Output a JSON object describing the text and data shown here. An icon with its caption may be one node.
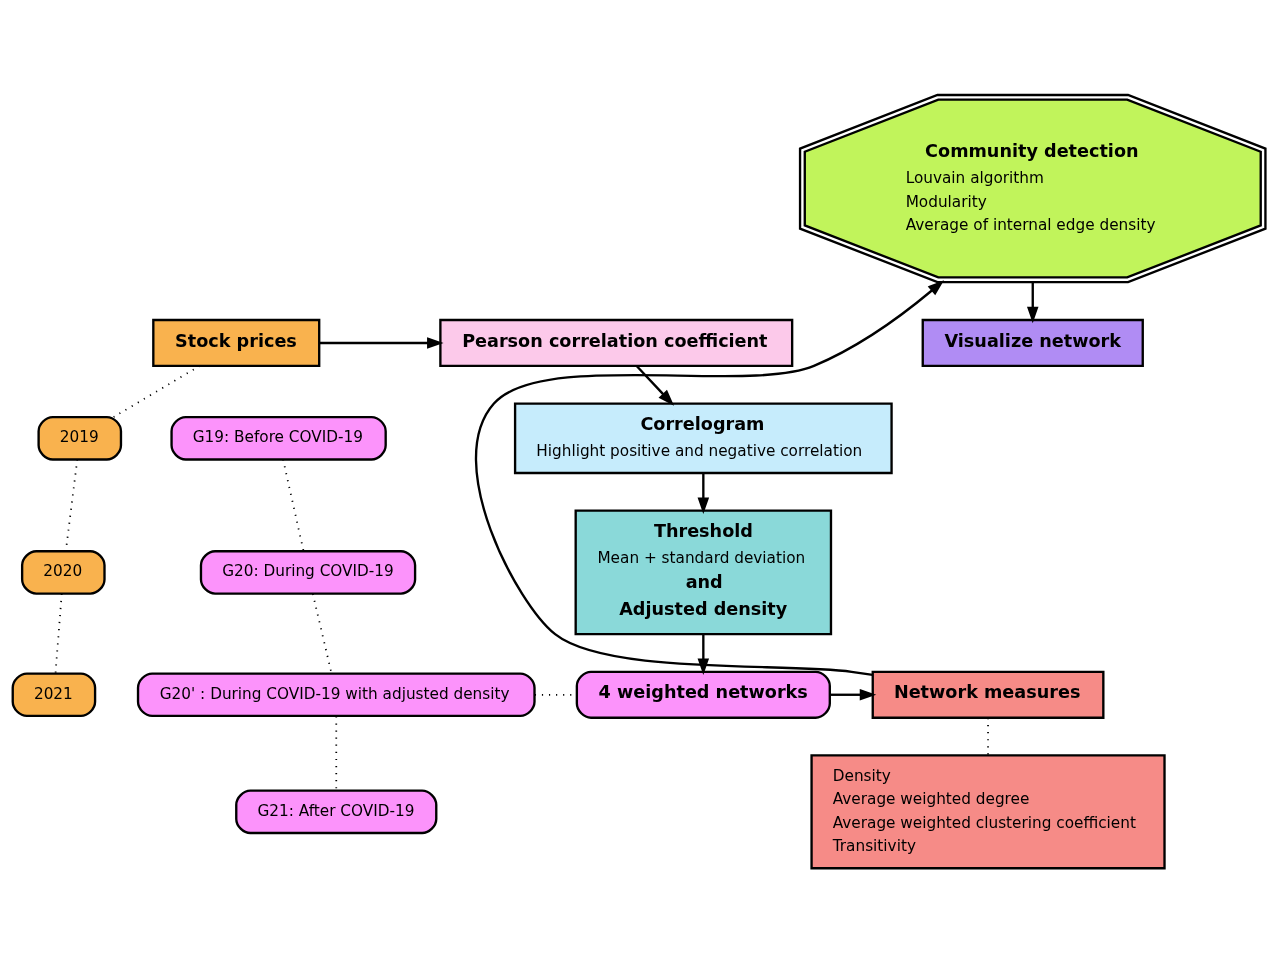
{
  "diagram": {
    "nodes": [
      {
        "text": [
          "Stock prices"
        ]
      },
      {
        "text": [
          "2019"
        ]
      },
      {
        "text": [
          "2020"
        ]
      },
      {
        "text": [
          "2021"
        ]
      },
      {
        "text": [
          "G19: Before COVID-19"
        ]
      },
      {
        "text": [
          "G20: During COVID-19"
        ]
      },
      {
        "text": [
          "G20' : During COVID-19 with adjusted density"
        ]
      },
      {
        "text": [
          "G21: After COVID-19"
        ]
      },
      {
        "text": [
          "Pearson correlation coefficient"
        ]
      },
      {
        "text": [
          "Correlogram",
          "Highlight positive and negative correlation"
        ]
      },
      {
        "text": [
          "Threshold",
          "Mean + standard deviation",
          "and",
          "Adjusted density"
        ]
      },
      {
        "text": [
          "4 weighted networks"
        ]
      },
      {
        "text": [
          "Network measures"
        ]
      },
      {
        "text": [
          "Density",
          "Average weighted degree",
          "Average weighted clustering coefficient",
          "Transitivity"
        ]
      },
      {
        "text": [
          "Community detection",
          "Louvain algorithm",
          "Modularity",
          "Average of internal edge density"
        ]
      },
      {
        "text": [
          "Visualize network"
        ]
      }
    ],
    "edges": [
      {
        "from": 0,
        "to": 8,
        "arrow": "to"
      },
      {
        "from": 8,
        "to": 9,
        "arrow": "to"
      },
      {
        "from": 9,
        "to": 10,
        "arrow": "to"
      },
      {
        "from": 10,
        "to": 11,
        "arrow": "to"
      },
      {
        "from": 11,
        "to": 12,
        "arrow": "to"
      },
      {
        "from": 12,
        "to": 14,
        "arrow": "to"
      },
      {
        "from": 14,
        "to": 15,
        "arrow": "to"
      },
      {
        "from": 0,
        "to": 1,
        "arrow": "none",
        "style": "dashed"
      },
      {
        "from": 1,
        "to": 2,
        "arrow": "none",
        "style": "dashed"
      },
      {
        "from": 2,
        "to": 3,
        "arrow": "none",
        "style": "dashed"
      },
      {
        "from": 4,
        "to": 5,
        "arrow": "none",
        "style": "dashed"
      },
      {
        "from": 5,
        "to": 6,
        "arrow": "none",
        "style": "dashed"
      },
      {
        "from": 6,
        "to": 7,
        "arrow": "none",
        "style": "dashed"
      },
      {
        "from": 6,
        "to": 11,
        "arrow": "none",
        "style": "dashed"
      },
      {
        "from": 12,
        "to": 13,
        "arrow": "none",
        "style": "dashed"
      }
    ]
  }
}
